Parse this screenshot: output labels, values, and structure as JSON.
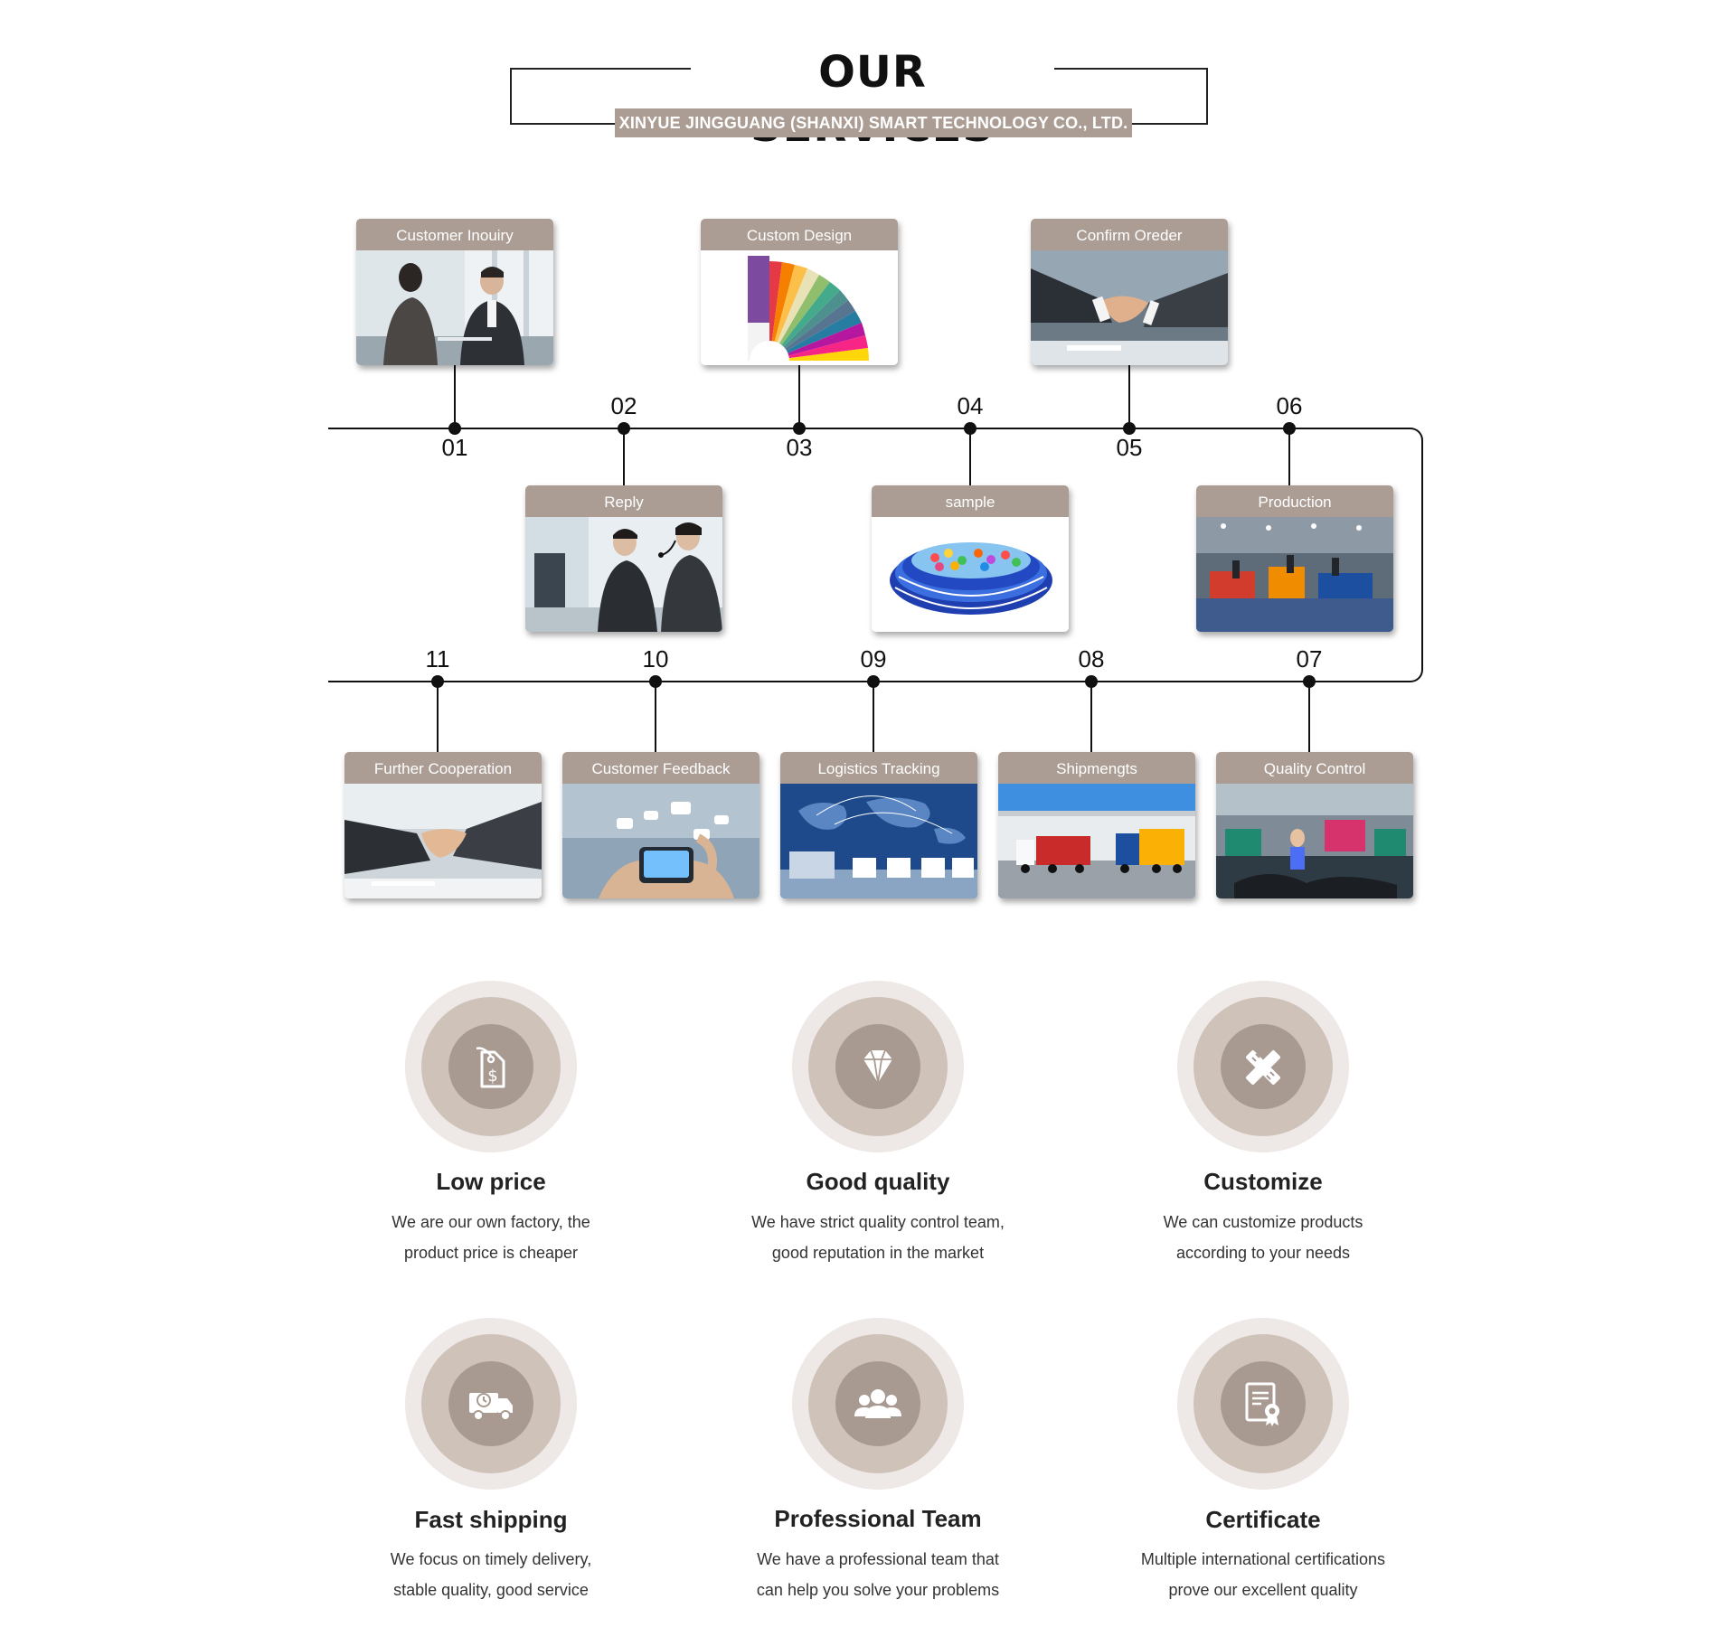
{
  "header": {
    "title": "OUR SERVICES",
    "subtitle": "XINYUE JINGGUANG (SHANXI) SMART TECHNOLOGY CO., LTD."
  },
  "colors": {
    "accent": "#ab9d94",
    "circle_outer": "#eee9e6",
    "circle_mid": "#cfc2b9",
    "circle_inner": "#a89a91",
    "line": "#111111"
  },
  "steps": [
    {
      "number": "01",
      "label": "Customer Inouiry",
      "image": "business-meeting-photo"
    },
    {
      "number": "02",
      "label": "Reply",
      "image": "call-center-photo"
    },
    {
      "number": "03",
      "label": "Custom Design",
      "image": "color-swatch-guide-photo"
    },
    {
      "number": "04",
      "label": "sample",
      "image": "inflatable-pool-photo"
    },
    {
      "number": "05",
      "label": "Confirm Oreder",
      "image": "handshake-photo"
    },
    {
      "number": "06",
      "label": "Production",
      "image": "factory-floor-photo"
    },
    {
      "number": "07",
      "label": "Quality Control",
      "image": "inspection-workshop-photo"
    },
    {
      "number": "08",
      "label": "Shipmengts",
      "image": "trucks-warehouse-photo"
    },
    {
      "number": "09",
      "label": "Logistics Tracking",
      "image": "world-map-trucks-photo"
    },
    {
      "number": "10",
      "label": "Customer Feedback",
      "image": "phone-chat-bubbles-photo"
    },
    {
      "number": "11",
      "label": "Further Cooperation",
      "image": "handshake-suits-photo"
    }
  ],
  "features": [
    {
      "title": "Low price",
      "line1": "We are our own factory, the",
      "line2": "product price is cheaper",
      "icon": "price-tag-icon"
    },
    {
      "title": "Good quality",
      "line1": "We have strict quality control team,",
      "line2": "good reputation in the market",
      "icon": "diamond-icon"
    },
    {
      "title": "Customize",
      "line1": "We can customize products",
      "line2": "according to your needs",
      "icon": "pencil-ruler-icon"
    },
    {
      "title": "Fast shipping",
      "line1": "We focus on timely delivery,",
      "line2": "stable quality, good service",
      "icon": "delivery-truck-icon"
    },
    {
      "title": "Professional Team",
      "line1": "We have a professional team that",
      "line2": "can help you solve your problems",
      "icon": "team-icon"
    },
    {
      "title": "Certificate",
      "line1": "Multiple international certifications",
      "line2": "prove our excellent quality",
      "icon": "certificate-icon"
    }
  ]
}
